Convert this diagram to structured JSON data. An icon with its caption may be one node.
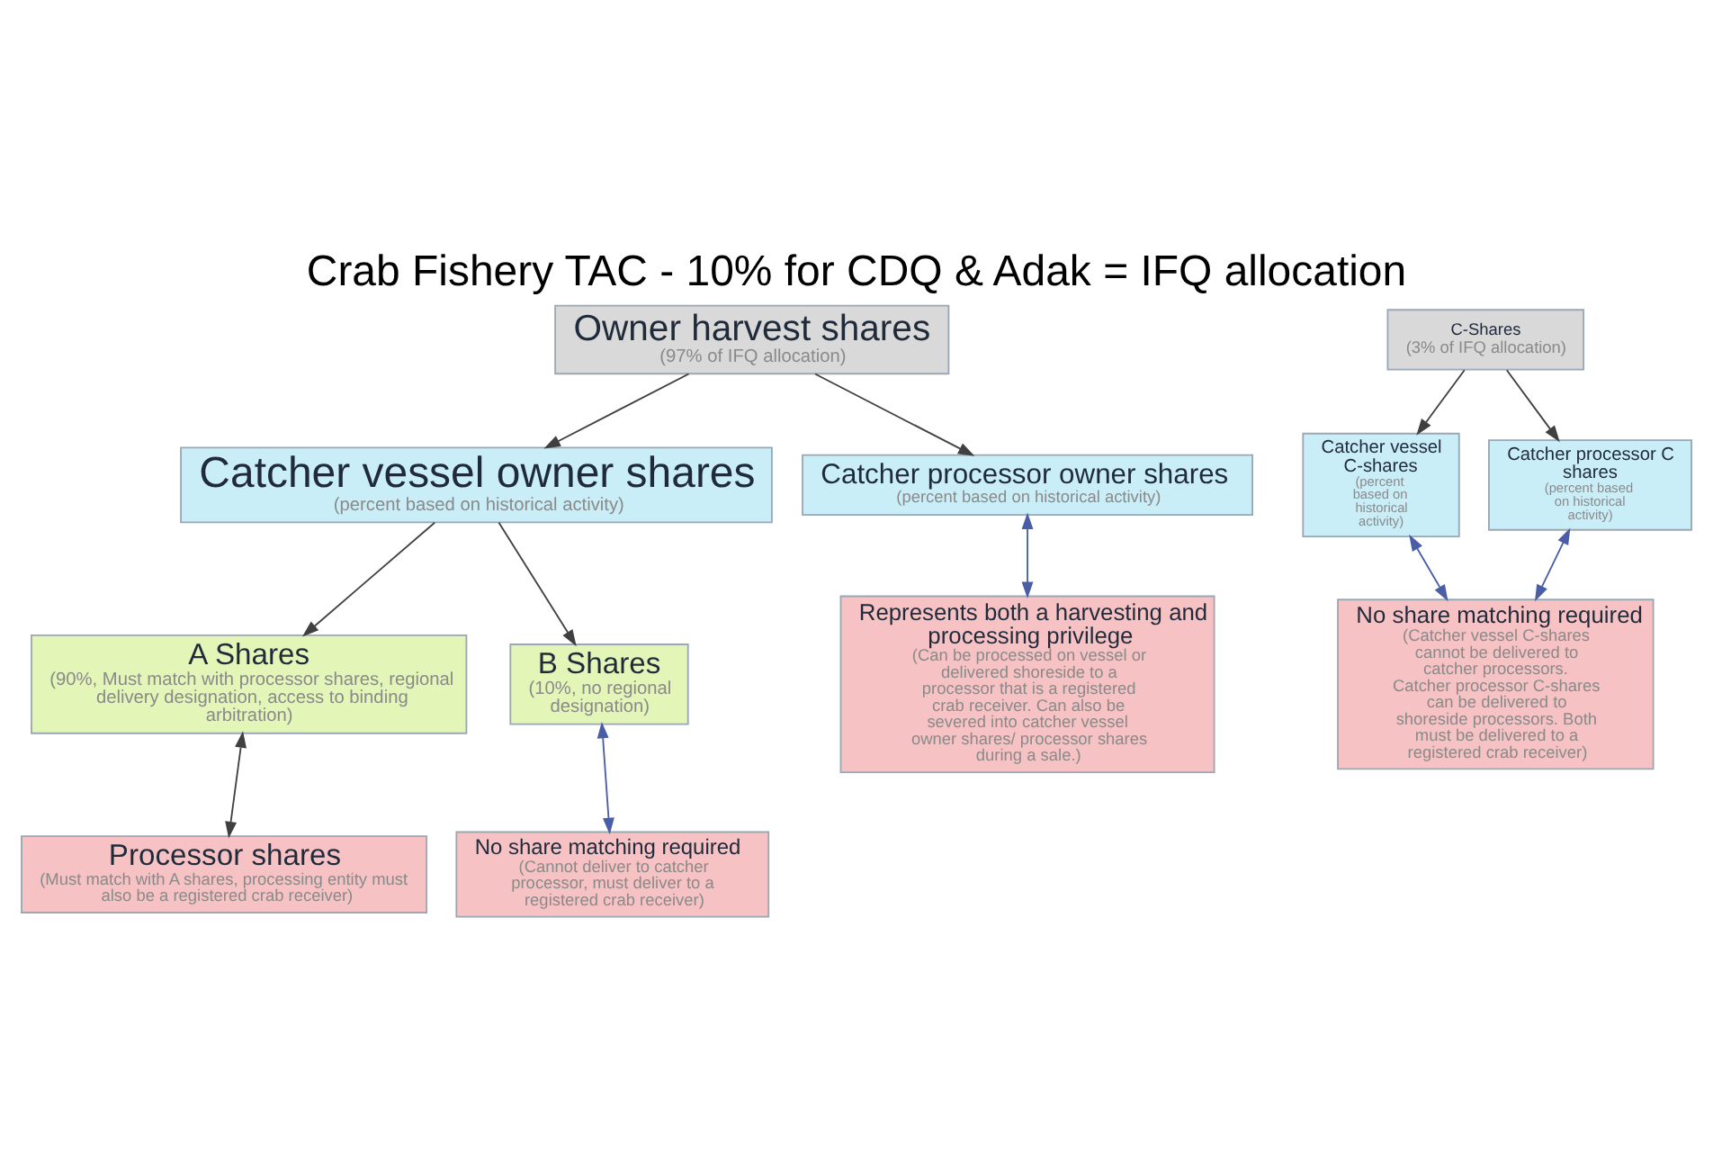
{
  "diagram": {
    "title": "Crab Fishery TAC - 10% for CDQ & Adak = IFQ allocation",
    "nodes": [
      {
        "text": [
          "Owner harvest shares",
          "(97% of IFQ allocation)"
        ]
      },
      {
        "text": [
          "C-Shares",
          "(3% of IFQ allocation)"
        ]
      },
      {
        "text": [
          "Catcher vessel owner shares",
          "(percent based on historical activity)"
        ]
      },
      {
        "text": [
          "Catcher processor owner shares",
          "(percent based on historical activity)"
        ]
      },
      {
        "text": [
          "Catcher vessel C-shares",
          "(percent based on historical activity)"
        ]
      },
      {
        "text": [
          "Catcher processor C shares",
          "(percent based on historical activity)"
        ]
      },
      {
        "text": [
          "A Shares",
          "(90%, Must match with processor shares, regional delivery designation, access to binding arbitration)"
        ]
      },
      {
        "text": [
          "B Shares",
          "(10%, no regional designation)"
        ]
      },
      {
        "text": [
          "Represents both a harvesting and processing privilege",
          "(Can be processed on vessel or delivered shoreside to a processor that is a registered crab receiver. Can also be severed into catcher vessel owner shares/ processor shares during a sale.)"
        ]
      },
      {
        "text": [
          "No share matching required",
          "(Catcher vessel C-shares cannot be delivered to catcher processors. Catcher processor C-shares can be delivered to shoreside processors. Both must be delivered to a registered crab receiver)"
        ]
      },
      {
        "text": [
          "Processor shares",
          "(Must match with A shares, processing entity must also be a registered crab receiver)"
        ]
      },
      {
        "text": [
          "No share matching required",
          "(Cannot deliver to catcher processor, must deliver to a registered crab receiver)"
        ]
      }
    ],
    "edges": [
      {
        "from": 0,
        "to": 2,
        "arrow": "to"
      },
      {
        "from": 0,
        "to": 3,
        "arrow": "to"
      },
      {
        "from": 1,
        "to": 4,
        "arrow": "to"
      },
      {
        "from": 1,
        "to": 5,
        "arrow": "to"
      },
      {
        "from": 2,
        "to": 6,
        "arrow": "to"
      },
      {
        "from": 2,
        "to": 7,
        "arrow": "to"
      },
      {
        "from": 3,
        "to": 8,
        "arrow": "both",
        "color": "#4a5ea8"
      },
      {
        "from": 4,
        "to": 9,
        "arrow": "both",
        "color": "#4a5ea8"
      },
      {
        "from": 5,
        "to": 9,
        "arrow": "both",
        "color": "#4a5ea8"
      },
      {
        "from": 6,
        "to": 10,
        "arrow": "both"
      },
      {
        "from": 7,
        "to": 11,
        "arrow": "both",
        "color": "#4a5ea8"
      }
    ]
  }
}
